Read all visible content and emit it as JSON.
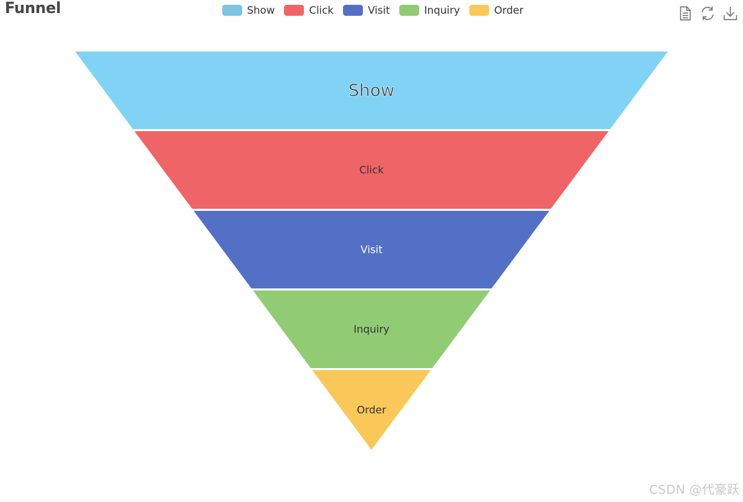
{
  "header": {
    "title": "Funnel"
  },
  "toolbox": {
    "icons": [
      "data-view-icon",
      "restore-icon",
      "save-image-icon"
    ]
  },
  "watermark": "CSDN @代豪跃",
  "chart_data": {
    "type": "funnel",
    "title": "Funnel",
    "sort": "descending",
    "legend_position": "top-center",
    "label_position": "inside",
    "categories": [
      "Show",
      "Click",
      "Visit",
      "Inquiry",
      "Order"
    ],
    "values": [
      100,
      80,
      60,
      40,
      20
    ],
    "colors": [
      "#80d3f5",
      "#ef6567",
      "#5470c6",
      "#91cc75",
      "#f9c859"
    ],
    "legend_colors": [
      "#7cc4e0",
      "#ef6567",
      "#5470c6",
      "#91cc75",
      "#f9c859"
    ],
    "label_colors": [
      "#333333",
      "#333333",
      "#ffffff",
      "#333333",
      "#333333"
    ],
    "emphasized": "Show"
  }
}
